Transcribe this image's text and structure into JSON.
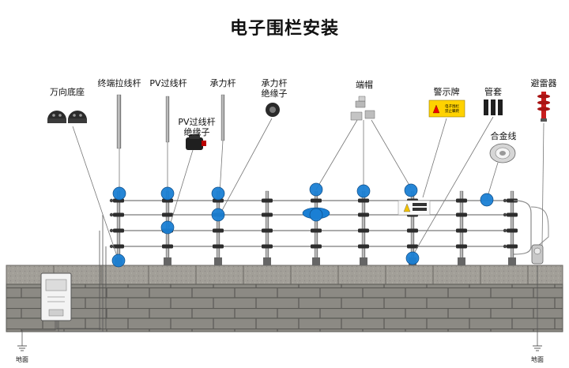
{
  "title": "电子围栏安装",
  "components": [
    {
      "id": "base",
      "label": "万向底座",
      "icon": "universal-base-icon"
    },
    {
      "id": "terminal_pole",
      "label": "终端拉线杆",
      "icon": "terminal-pole-icon"
    },
    {
      "id": "pv_pole",
      "label": "PV过线杆",
      "icon": "pv-pole-icon"
    },
    {
      "id": "pv_insulator",
      "line1": "PV过线杆",
      "line2": "绝缘子",
      "icon": "pv-insulator-icon"
    },
    {
      "id": "support_pole",
      "label": "承力杆",
      "icon": "support-pole-icon"
    },
    {
      "id": "support_insulator",
      "line1": "承力杆",
      "line2": "绝缘子",
      "icon": "support-insulator-icon"
    },
    {
      "id": "end_cap",
      "label": "端帽",
      "icon": "end-cap-icon"
    },
    {
      "id": "warning_sign",
      "label": "警示牌",
      "icon": "warning-sign-icon"
    },
    {
      "id": "sleeve",
      "label": "管套",
      "icon": "sleeve-icon"
    },
    {
      "id": "lightning_arrester",
      "label": "避雷器",
      "icon": "lightning-arrester-icon"
    },
    {
      "id": "alloy_wire",
      "label": "合金线",
      "icon": "alloy-wire-coil-icon"
    }
  ],
  "sign_text": {
    "line1": "电子围栏",
    "line2": "禁止攀爬"
  },
  "ground_label": "地面",
  "colors": {
    "marker": "#1a7fd4",
    "wall": "#8e8b84",
    "wall_top": "#a3a09a",
    "wire": "#7a7a7a",
    "pole": "#5e5e5e"
  }
}
